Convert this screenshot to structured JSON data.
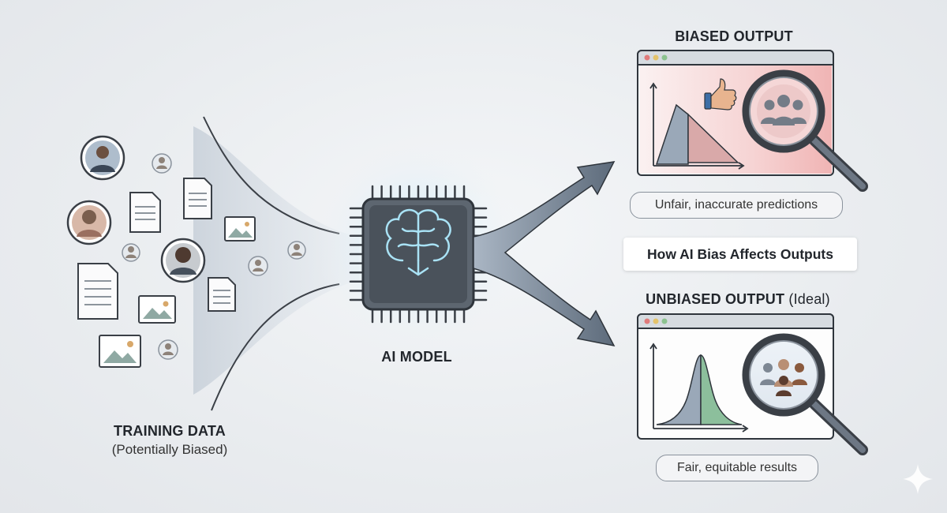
{
  "training": {
    "title": "TRAINING DATA",
    "subtitle": "(Potentially Biased)"
  },
  "model": {
    "label": "AI MODEL"
  },
  "headline": "How AI Bias Affects Outputs",
  "biased": {
    "title": "BIASED OUTPUT",
    "caption": "Unfair, inaccurate predictions"
  },
  "unbiased": {
    "title": "UNBIASED OUTPUT",
    "title_note": "(Ideal)",
    "caption": "Fair, equitable results"
  },
  "colors": {
    "biased_tint": "#f1b8b8",
    "fair_green": "#8cbf9c",
    "chart_slate": "#9aa8b8",
    "chip_glow": "#bfe3f3"
  },
  "icons": [
    "person-avatar-icon",
    "document-icon",
    "image-icon",
    "brain-icon",
    "thumbs-up-icon",
    "magnifier-icon",
    "group-icon",
    "sparkle-icon"
  ]
}
